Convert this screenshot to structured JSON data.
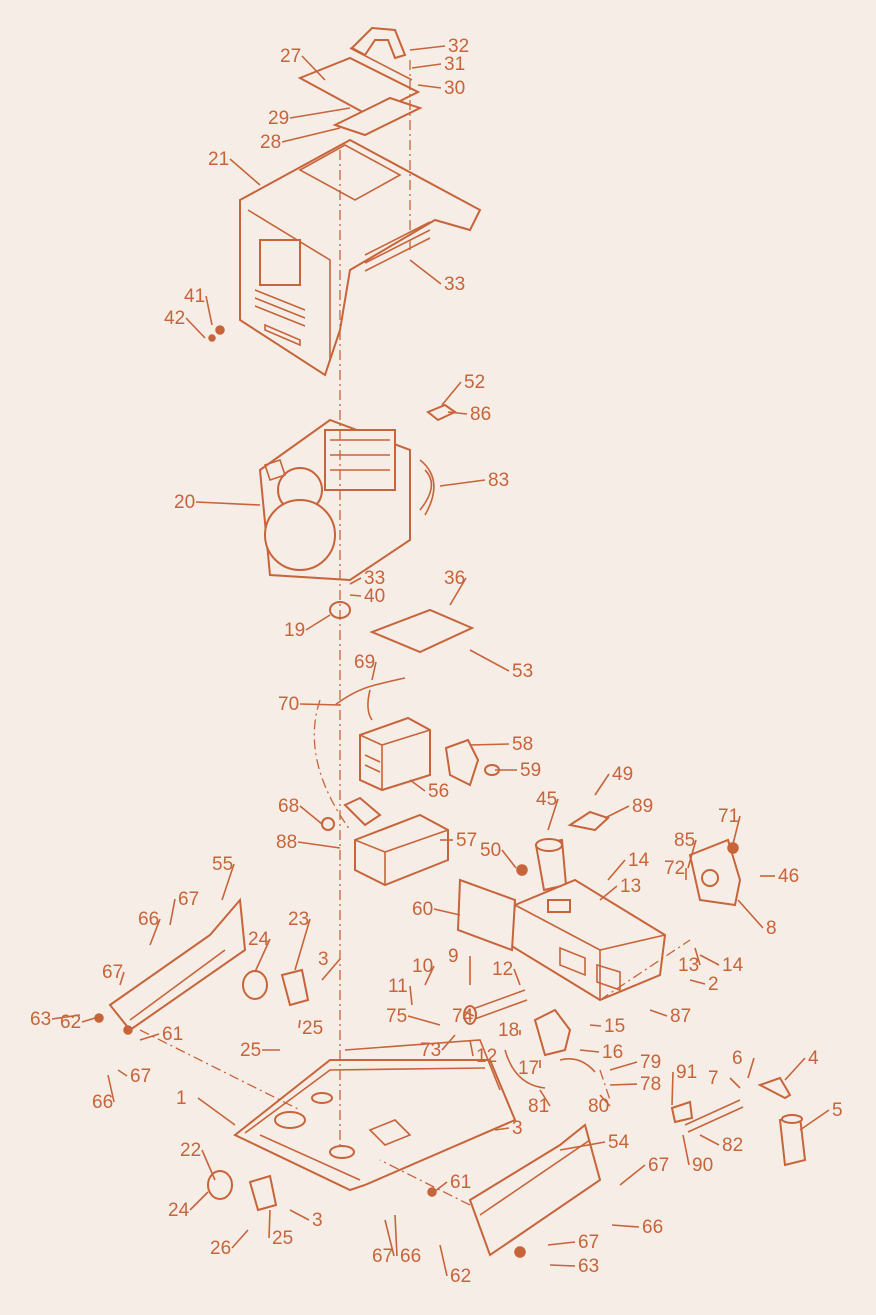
{
  "diagram": {
    "line_color": "#c7643a",
    "background_color": "#f5ede6",
    "labels": [
      "32",
      "31",
      "30",
      "27",
      "29",
      "28",
      "21",
      "33",
      "41",
      "42",
      "52",
      "86",
      "83",
      "20",
      "33",
      "40",
      "36",
      "19",
      "53",
      "69",
      "70",
      "58",
      "59",
      "56",
      "49",
      "45",
      "89",
      "68",
      "88",
      "57",
      "50",
      "71",
      "85",
      "72",
      "46",
      "14",
      "13",
      "55",
      "60",
      "8",
      "67",
      "66",
      "24",
      "23",
      "3",
      "67",
      "63",
      "10",
      "11",
      "9",
      "12",
      "74",
      "75",
      "62",
      "25",
      "61",
      "14",
      "13",
      "2",
      "87",
      "25",
      "15",
      "73",
      "12",
      "18",
      "16",
      "17",
      "67",
      "79",
      "78",
      "66",
      "81",
      "80",
      "91",
      "6",
      "7",
      "4",
      "5",
      "82",
      "90",
      "1",
      "3",
      "54",
      "22",
      "24",
      "61",
      "67",
      "25",
      "3",
      "26",
      "66",
      "67",
      "66",
      "62",
      "63",
      "67"
    ]
  }
}
